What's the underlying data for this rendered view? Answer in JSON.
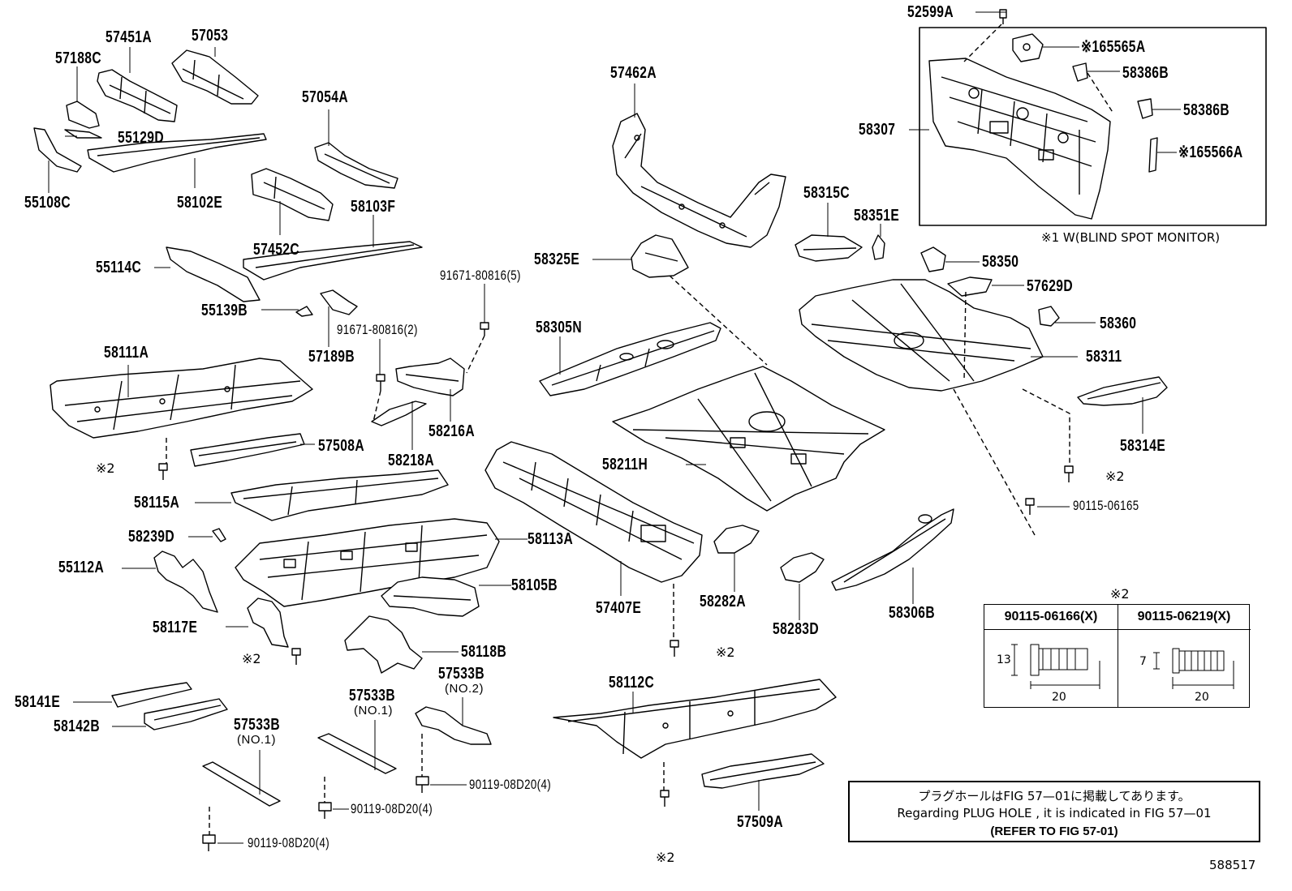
{
  "diagram": {
    "figure_number": "588517",
    "part_labels": [
      "57451A",
      "57053",
      "57188C",
      "55129D",
      "55108C",
      "58102E",
      "57054A",
      "57452C",
      "58103F",
      "55114C",
      "55139B",
      "57189B",
      "91671-80816(2)",
      "91671-80816(5)",
      "57462A",
      "58111A",
      "58216A",
      "58218A",
      "57508A",
      "58115A",
      "58239D",
      "58113A",
      "55112A",
      "58105B",
      "58117E",
      "58118B",
      "58141E",
      "58142B",
      "57533B",
      "(NO.1)",
      "57533B",
      "(NO.1)",
      "57533B",
      "(NO.2)",
      "90119-08D20(4)",
      "90119-08D20(4)",
      "90119-08D20(4)",
      "58325E",
      "58305N",
      "58211H",
      "57407E",
      "58282A",
      "58283D",
      "58306B",
      "58112C",
      "57509A",
      "58315C",
      "58351E",
      "58350",
      "57629D",
      "58360",
      "58311",
      "58314E",
      "90115-06165",
      "52599A",
      "※165565A",
      "58386B",
      "58386B",
      "※165566A",
      "58307"
    ],
    "note_marks": [
      "※2",
      "※2",
      "※2",
      "※2",
      "※2"
    ],
    "inset_caption": "※1 W(BLIND SPOT MONITOR)"
  },
  "fastener_table": {
    "mark": "※2",
    "columns": [
      {
        "part": "90115-06166(X)",
        "dim_height": "13",
        "dim_length": "20"
      },
      {
        "part": "90115-06219(X)",
        "dim_height": "7",
        "dim_length": "20"
      }
    ]
  },
  "reference_note": {
    "line1": "プラグホールはFIG 57—01に掲載してあります。",
    "line2": "Regarding  PLUG  HOLE , it is indicated in FIG  57—01",
    "line3": "(REFER TO FIG 57-01)"
  }
}
